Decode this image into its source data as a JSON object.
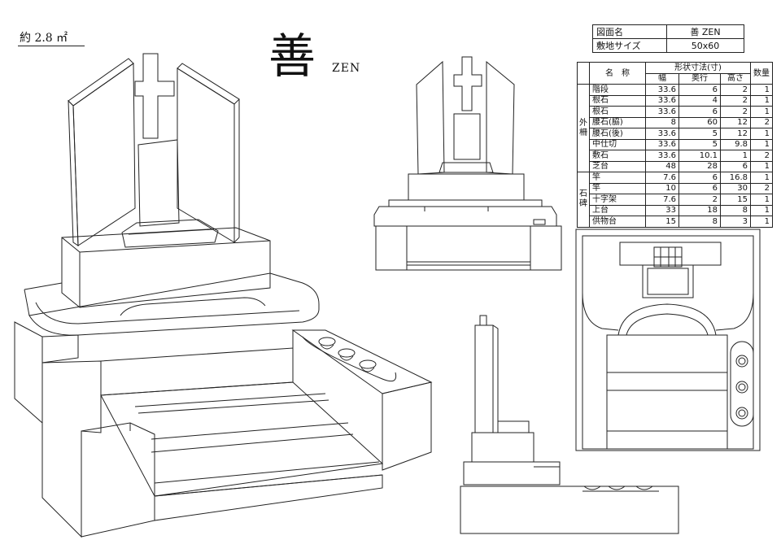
{
  "header": {
    "area_label": "約 2.8 ㎡",
    "name_kanji": "善",
    "name_roman": "ZEN"
  },
  "info_table": [
    {
      "key": "図面名",
      "value": "善  ZEN"
    },
    {
      "key": "敷地サイズ",
      "value": "50x60"
    }
  ],
  "dims_table": {
    "header_group": "形状寸法(寸)",
    "col_name": "名　称",
    "col_width": "幅",
    "col_depth": "奥行",
    "col_height": "高さ",
    "col_qty": "数量",
    "group_outer": "外柵",
    "group_stone": "石碑",
    "outer_rows": [
      {
        "name": "階段",
        "w": "33.6",
        "d": "6",
        "h": "2",
        "q": "1"
      },
      {
        "name": "根石",
        "w": "33.6",
        "d": "4",
        "h": "2",
        "q": "1"
      },
      {
        "name": "根石",
        "w": "33.6",
        "d": "6",
        "h": "2",
        "q": "1"
      },
      {
        "name": "腰石(脇)",
        "w": "8",
        "d": "60",
        "h": "12",
        "q": "2"
      },
      {
        "name": "腰石(後)",
        "w": "33.6",
        "d": "5",
        "h": "12",
        "q": "1"
      },
      {
        "name": "中仕切",
        "w": "33.6",
        "d": "5",
        "h": "9.8",
        "q": "1"
      },
      {
        "name": "敷石",
        "w": "33.6",
        "d": "10.1",
        "h": "1",
        "q": "2"
      },
      {
        "name": "芝台",
        "w": "48",
        "d": "28",
        "h": "6",
        "q": "1"
      }
    ],
    "stone_rows": [
      {
        "name": "竿",
        "w": "7.6",
        "d": "6",
        "h": "16.8",
        "q": "1"
      },
      {
        "name": "竿",
        "w": "10",
        "d": "6",
        "h": "30",
        "q": "2"
      },
      {
        "name": "十字架",
        "w": "7.6",
        "d": "2",
        "h": "15",
        "q": "1"
      },
      {
        "name": "上台",
        "w": "33",
        "d": "18",
        "h": "8",
        "q": "1"
      },
      {
        "name": "供物台",
        "w": "15",
        "d": "8",
        "h": "3",
        "q": "1"
      }
    ]
  }
}
